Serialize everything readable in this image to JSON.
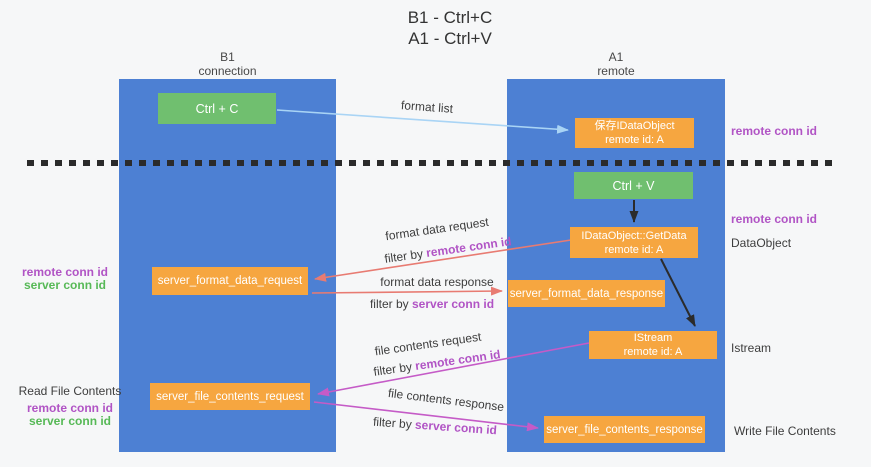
{
  "title": {
    "line1": "B1 - Ctrl+C",
    "line2": "A1 - Ctrl+V"
  },
  "columns": {
    "left": {
      "name": "B1",
      "role": "connection"
    },
    "right": {
      "name": "A1",
      "role": "remote"
    }
  },
  "boxes": {
    "ctrl_c": {
      "label": "Ctrl + C"
    },
    "save_dataobject": {
      "line1": "保存IDataObject",
      "line2": "remote id: A"
    },
    "ctrl_v": {
      "label": "Ctrl + V"
    },
    "getdata": {
      "line1": "IDataObject::GetData",
      "line2": "remote id: A"
    },
    "istream": {
      "line1": "IStream",
      "line2": "remote id: A"
    },
    "format_request": {
      "label": "server_format_data_request"
    },
    "format_response": {
      "label": "server_format_data_response"
    },
    "file_request": {
      "label": "server_file_contents_request"
    },
    "file_response": {
      "label": "server_file_contents_response"
    }
  },
  "flows": {
    "format_list": {
      "label": "format list"
    },
    "format_data_request": {
      "label": "format data request",
      "filter_prefix": "filter by",
      "filter_key": "remote conn id"
    },
    "format_data_response": {
      "label": "format data response",
      "filter_prefix": "filter by",
      "filter_key": "server conn id"
    },
    "file_contents_request": {
      "label": "file contents request",
      "filter_prefix": "filter by",
      "filter_key": "remote conn id"
    },
    "file_contents_response": {
      "label": "file contents response",
      "filter_prefix": "filter by",
      "filter_key": "server conn id"
    }
  },
  "left_labels": {
    "format": {
      "remote": "remote conn id",
      "server": "server conn id"
    },
    "file": {
      "title": "Read File Contents",
      "remote": "remote conn id",
      "server": "server conn id"
    }
  },
  "right_labels": {
    "top_remote": "remote conn id",
    "mid_remote": "remote conn id",
    "dataobject": "DataObject",
    "istream": "Istream",
    "write": "Write File Contents"
  },
  "colors": {
    "column_blue": "#4d80d3",
    "box_orange": "#f6a640",
    "box_green": "#70bf6f",
    "label_purple": "#b154c5",
    "label_green": "#57b957",
    "arrow_salmon": "#e87b72",
    "arrow_magenta": "#c55bc7",
    "arrow_blue": "#a9d4f5",
    "arrow_black": "#2b2b2b"
  }
}
